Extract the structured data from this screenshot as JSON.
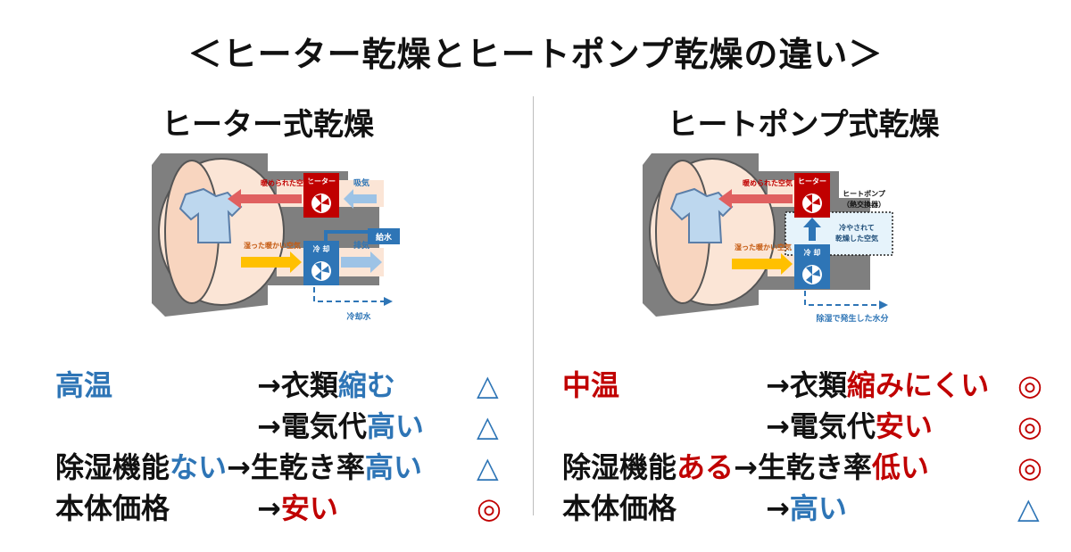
{
  "title": "＜ヒーター乾燥とヒートポンプ乾燥の違い＞",
  "left": {
    "heading": "ヒーター式乾燥",
    "diagram": {
      "heater": "ヒーター",
      "warm_air": "暖められた空気",
      "intake": "吸気",
      "water_supply": "給水",
      "humid_air": "湿った暖かい空気",
      "cooling": "冷 却",
      "exhaust": "排気",
      "cooling_water": "冷却水"
    },
    "rows": [
      {
        "a": "高温",
        "b": "",
        "c": "→衣類",
        "d": "縮む",
        "e": "",
        "mark": "△"
      },
      {
        "a": "",
        "b": "",
        "c": "→電気代",
        "d": "高い",
        "e": "",
        "mark": "△"
      },
      {
        "a": "除湿機能",
        "b": "ない",
        "c": "→生乾き率",
        "d": "高い",
        "e": "",
        "mark": "△"
      },
      {
        "a": "本体価格",
        "b": "",
        "c": "→",
        "d": "安い",
        "e": "",
        "mark": "◎"
      }
    ]
  },
  "right": {
    "heading": "ヒートポンプ式乾燥",
    "diagram": {
      "heater": "ヒーター",
      "warm_air": "暖められた空気",
      "heatpump": "ヒートポンプ",
      "heatpump_sub": "（熱交換器）",
      "cooled_1": "冷やされて",
      "cooled_2": "乾燥した空気",
      "humid_air": "湿った暖かい空気",
      "cooling": "冷 却",
      "dehumid_water": "除湿で発生した水分"
    },
    "rows": [
      {
        "a": "中温",
        "c": "→衣類",
        "d": "縮",
        "e": "みにくい",
        "mark": "◎"
      },
      {
        "a": "",
        "c": "→電気代",
        "d": "安い",
        "e": "",
        "mark": "◎"
      },
      {
        "a": "除湿機能",
        "b": "ある",
        "c": "→生乾き率",
        "d": "低い",
        "e": "",
        "mark": "◎"
      },
      {
        "a": "本体価格",
        "c": "→",
        "d": "高い",
        "e": "",
        "mark": "△"
      }
    ]
  },
  "colors": {
    "blue": "#2e75b6",
    "red": "#c00000",
    "gray": "#7f7f7f",
    "drum": "#fbe5d6"
  }
}
